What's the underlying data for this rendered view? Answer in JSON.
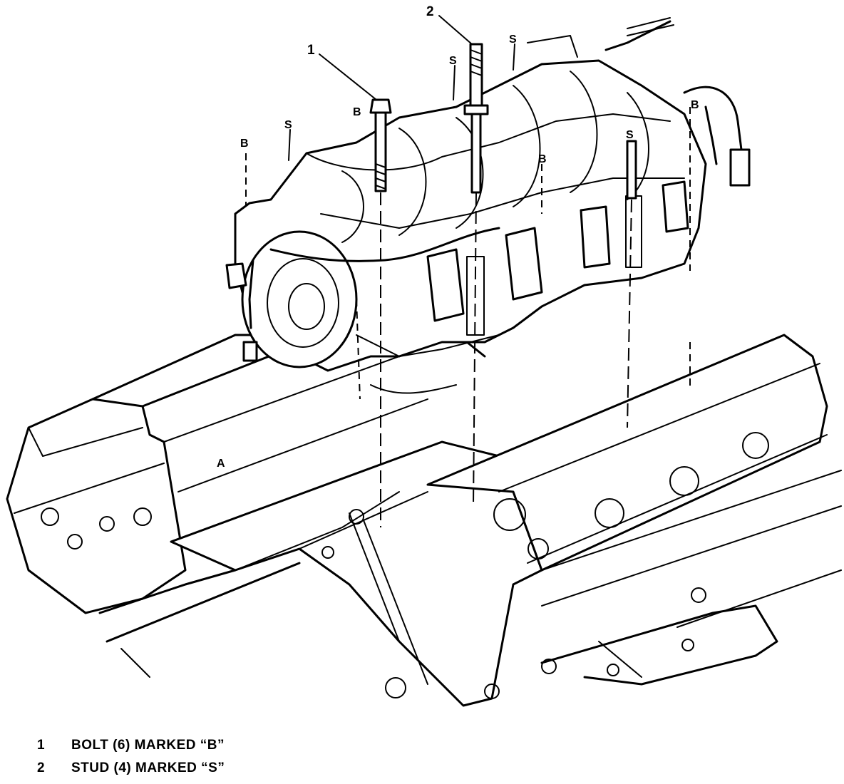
{
  "diagram": {
    "callouts": [
      {
        "id": "1",
        "label": "1"
      },
      {
        "id": "2",
        "label": "2"
      }
    ],
    "markers": {
      "bolt": "B",
      "stud": "S"
    },
    "engine_label_a": "A"
  },
  "legend": [
    {
      "num": "1",
      "text": "BOLT (6) MARKED “B”"
    },
    {
      "num": "2",
      "text": "STUD (4) MARKED “S”"
    }
  ]
}
